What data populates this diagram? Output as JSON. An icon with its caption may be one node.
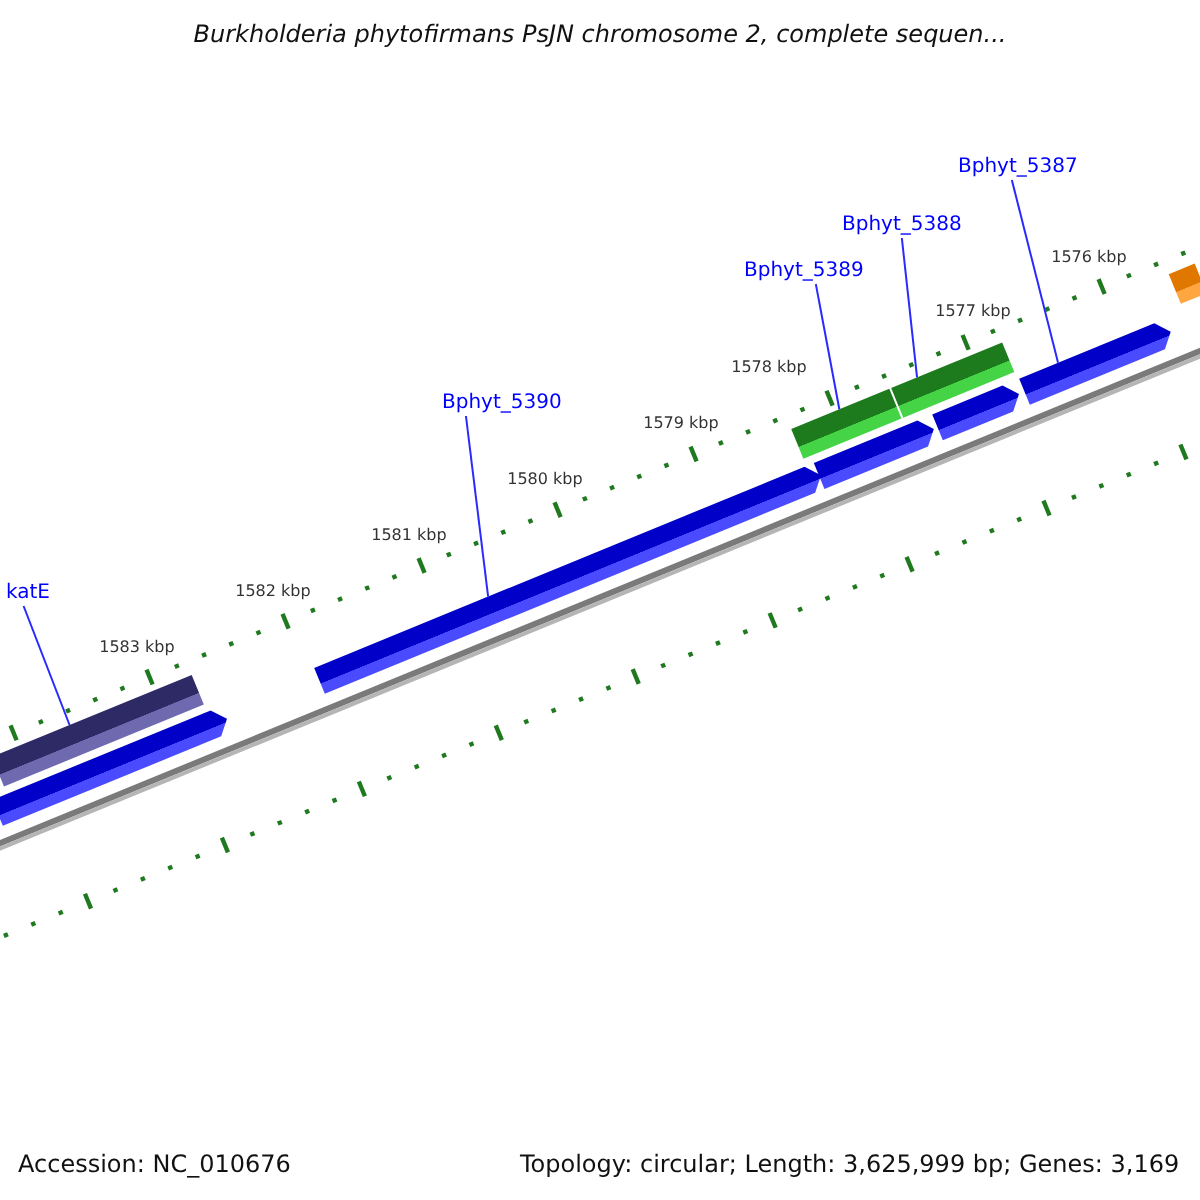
{
  "diagram": {
    "title": "Burkholderia phytofirmans PsJN chromosome 2, complete sequen...",
    "nodes": [
      {
        "text": [
          "katE"
        ]
      },
      {
        "text": [
          "Bphyt_5390"
        ]
      },
      {
        "text": [
          "Bphyt_5389"
        ]
      },
      {
        "text": [
          "Bphyt_5388"
        ]
      },
      {
        "text": [
          "Bphyt_5387"
        ]
      },
      {
        "text": [],
        "shape": "bar"
      },
      {
        "text": [],
        "shape": "bar"
      },
      {
        "text": [],
        "shape": "bar"
      },
      {
        "text": [],
        "shape": "bar"
      },
      {
        "text": [],
        "shape": "bar"
      },
      {
        "text": [],
        "shape": "bar"
      },
      {
        "text": [],
        "shape": "bar"
      },
      {
        "text": [],
        "shape": "bar"
      },
      {
        "text": [],
        "shape": "bar"
      }
    ],
    "edges": [
      {
        "from": 0,
        "to": 5,
        "arrow": "none"
      },
      {
        "from": 1,
        "to": 7,
        "arrow": "none"
      },
      {
        "from": 2,
        "to": 8,
        "arrow": "none"
      },
      {
        "from": 3,
        "to": 10,
        "arrow": "none"
      },
      {
        "from": 4,
        "to": 12,
        "arrow": "none"
      }
    ],
    "labels": [
      "1576 kbp",
      "1577 kbp",
      "1578 kbp",
      "1579 kbp",
      "1580 kbp",
      "1581 kbp",
      "1582 kbp",
      "1583 kbp",
      "Accession: NC_010676",
      "Topology: circular; Length: 3,625,999 bp; Genes: 3,169"
    ]
  }
}
